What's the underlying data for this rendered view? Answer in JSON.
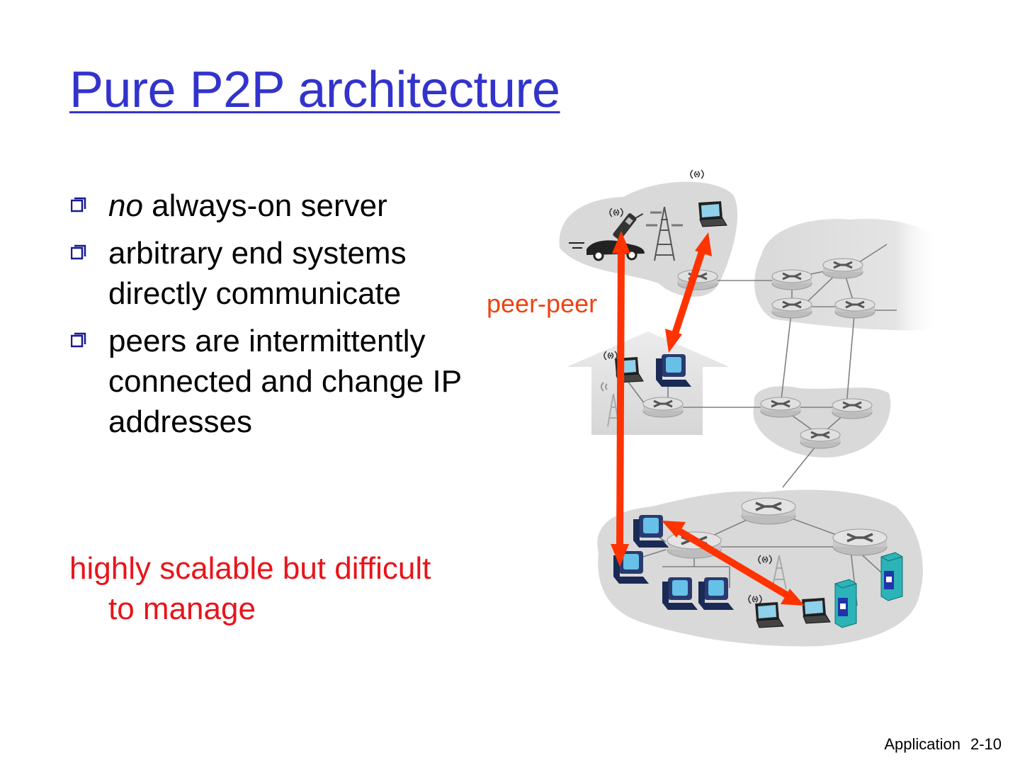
{
  "slide": {
    "title": "Pure P2P architecture"
  },
  "bullets": [
    {
      "emph": "no",
      "text": " always-on server"
    },
    {
      "emph": "",
      "text": "arbitrary end systems directly communicate"
    },
    {
      "emph": "",
      "text": "peers are intermittently connected and change IP addresses"
    }
  ],
  "note": {
    "line1": "highly scalable but difficult",
    "line2": "to manage"
  },
  "diagram": {
    "arrow_label": "peer-peer",
    "arrow_color": "#ff3300",
    "cloud_color": "#d9d9d9"
  },
  "footer": {
    "section": "Application",
    "page": "2-10"
  }
}
